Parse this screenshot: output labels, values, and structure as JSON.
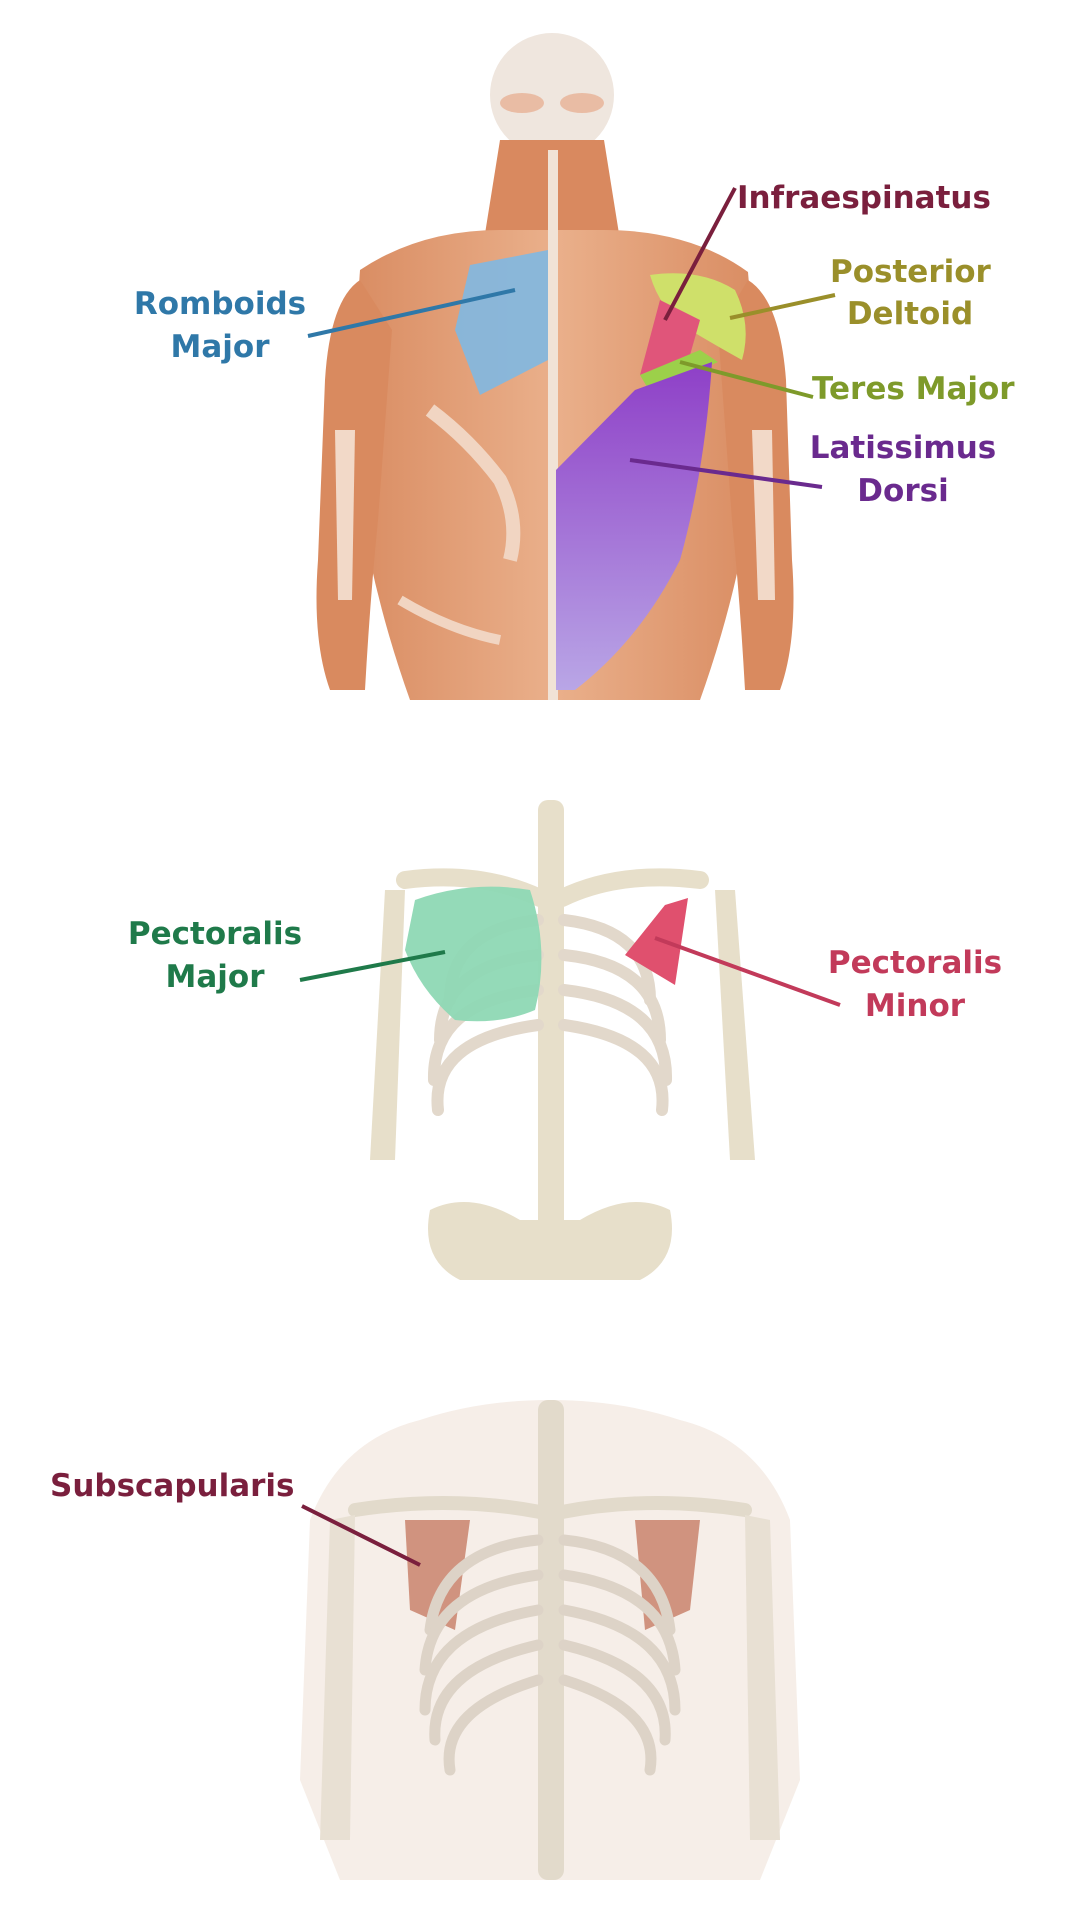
{
  "colors": {
    "infraspinatus": "#7a1f3d",
    "posterior_deltoid": "#9a8f2a",
    "teres_major": "#7e9a2a",
    "latissimus_dorsi": "#6a2a8e",
    "rhomboids_major": "#2f78a8",
    "pectoralis_major": "#1f7a4a",
    "pectoralis_minor": "#c23a5a",
    "subscapularis": "#7a1f3d",
    "skin": "#e2a27c",
    "bone": "#e9e1cc"
  },
  "panels": {
    "back": {
      "labels": {
        "infraspinatus": "Infraespinatus",
        "posterior_deltoid_l1": "Posterior",
        "posterior_deltoid_l2": "Deltoid",
        "teres_major": "Teres Major",
        "latissimus_l1": "Latissimus",
        "latissimus_l2": "Dorsi",
        "rhomboids_l1": "Romboids",
        "rhomboids_l2": "Major"
      }
    },
    "chest": {
      "labels": {
        "pec_major_l1": "Pectoralis",
        "pec_major_l2": "Major",
        "pec_minor_l1": "Pectoralis",
        "pec_minor_l2": "Minor"
      }
    },
    "ribcage": {
      "labels": {
        "subscapularis": "Subscapularis"
      }
    }
  }
}
